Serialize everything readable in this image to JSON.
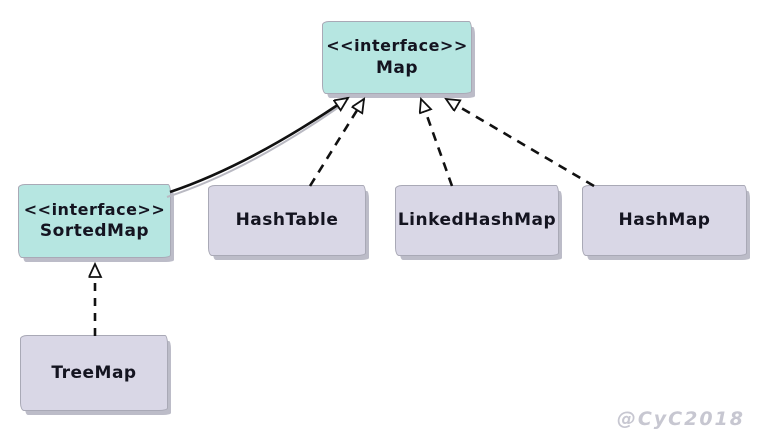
{
  "diagram": {
    "type": "uml-class-diagram",
    "nodes": [
      {
        "id": "map",
        "kind": "interface",
        "stereotype": "<<interface>>",
        "name": "Map"
      },
      {
        "id": "sortedmap",
        "kind": "interface",
        "stereotype": "<<interface>>",
        "name": "SortedMap"
      },
      {
        "id": "hashtable",
        "kind": "class",
        "name": "HashTable"
      },
      {
        "id": "linkedhashmap",
        "kind": "class",
        "name": "LinkedHashMap"
      },
      {
        "id": "hashmap",
        "kind": "class",
        "name": "HashMap"
      },
      {
        "id": "treemap",
        "kind": "class",
        "name": "TreeMap"
      }
    ],
    "edges": [
      {
        "from": "SortedMap",
        "to": "Map",
        "relation": "extends",
        "line": "solid"
      },
      {
        "from": "HashTable",
        "to": "Map",
        "relation": "implements",
        "line": "dashed"
      },
      {
        "from": "LinkedHashMap",
        "to": "Map",
        "relation": "implements",
        "line": "dashed"
      },
      {
        "from": "HashMap",
        "to": "Map",
        "relation": "implements",
        "line": "dashed"
      },
      {
        "from": "TreeMap",
        "to": "SortedMap",
        "relation": "implements",
        "line": "dashed"
      }
    ],
    "colors": {
      "interface_fill": "#b6e6e1",
      "class_fill": "#d9d7e6",
      "border": "#a9a9b6",
      "shadow": "#bcbcc8",
      "line": "#111111",
      "text": "#141420",
      "watermark": "#c7c7d1",
      "background": "#ffffff"
    }
  },
  "watermark": {
    "text": "@CyC2018"
  }
}
